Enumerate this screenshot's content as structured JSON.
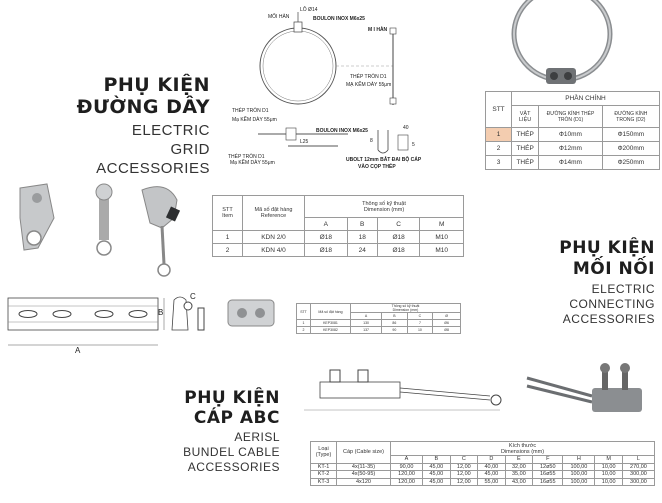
{
  "grid": {
    "heading_vn": [
      "PHỤ KIỆN",
      "ĐƯỜNG DÂY"
    ],
    "heading_en": [
      "ELECTRIC",
      "GRID ACCESSORIES"
    ],
    "diagram_labels": {
      "lo": "LỖ Ø14",
      "moi_han_top": "MỐI HÀN",
      "boulon_top": "BOULON INOX M6x25",
      "m_han": "M I HÀN",
      "thep_tron_right": "THÉP TRÒN D1",
      "ma_kem_right": "MẠ KẼM DÀY 55μm",
      "thep_tron_left": "THÉP TRÒN D1",
      "ma_kem_left": "Mạ KẼM DÀY 55μm",
      "boulon_bottom": "BOULON INOX M6x25",
      "dim_l25": "L25",
      "dim_40": "40",
      "dim_8": "8",
      "dim_5": "5",
      "thep_tron_small": "THÉP TRÒN D1",
      "ma_kem_small": "Mạ KẼM DÀY 55μm",
      "ubolt": "UBOLT 12mm BẮT ĐAI BỘ CÁP",
      "ubolt2": "VÀO CỌP THÉP"
    },
    "table": {
      "stt": "STT",
      "group": "PHẦN CHÍNH",
      "col_vatlieu": "VẬT LIỆU",
      "col_d1": "ĐƯỜNG KÍNH THÉP TRÒN (D1)",
      "col_d2": "ĐƯỜNG KÍNH TRONG (D2)",
      "rows": [
        {
          "stt": "1",
          "vatlieu": "THÉP",
          "d1": "Ф10mm",
          "d2": "Ф150mm"
        },
        {
          "stt": "2",
          "vatlieu": "THÉP",
          "d1": "Ф12mm",
          "d2": "Ф200mm"
        },
        {
          "stt": "3",
          "vatlieu": "THÉP",
          "d1": "Ф14mm",
          "d2": "Ф250mm"
        }
      ]
    }
  },
  "connecting": {
    "heading_vn": [
      "PHỤ KIỆN",
      "MỐI NỐI"
    ],
    "heading_en": [
      "ELECTRIC",
      "CONNECTING",
      "ACCESSORIES"
    ],
    "table": {
      "stt": "STT",
      "stt_en": "Item",
      "code": "Mã số đặt hàng",
      "code_en": "Reference",
      "group": "Thông số kỹ thuật",
      "group_en": "Dimension (mm)",
      "cols": [
        "A",
        "B",
        "C",
        "M"
      ],
      "rows": [
        {
          "stt": "1",
          "code": "KDN 2/0",
          "a": "Ø18",
          "b": "18",
          "c": "Ø18",
          "m": "M10"
        },
        {
          "stt": "2",
          "code": "KDN 4/0",
          "a": "Ø18",
          "b": "24",
          "c": "Ø18",
          "m": "M10"
        }
      ]
    },
    "small_table": {
      "stt": "STT",
      "code": "Mã số đặt hàng",
      "group": "Thông số kỹ thuật",
      "group_en": "Dimension (mm)",
      "cols": [
        "A",
        "B",
        "C",
        "Ø"
      ],
      "rows": [
        {
          "stt": "1",
          "code": "KEP3081",
          "a": "130",
          "b": "86",
          "c": "7",
          "d": "Ø6"
        },
        {
          "stt": "2",
          "code": "KEP3082",
          "a": "137",
          "b": "90",
          "c": "10",
          "d": "Ø8"
        }
      ]
    },
    "dim_labels": {
      "a": "A",
      "b": "B",
      "c": "C"
    }
  },
  "abc": {
    "heading_vn": [
      "PHỤ KIỆN",
      "CÁP ABC"
    ],
    "heading_en": [
      "AERISL",
      "BUNDEL CABLE",
      "ACCESSORIES"
    ],
    "table": {
      "loai": "Loại",
      "loai_en": "(Type)",
      "cap": "Cáp (Cable size)",
      "group": "Kích thước",
      "group_en": "Dimensions (mm)",
      "cols": [
        "A",
        "B",
        "C",
        "D",
        "E",
        "F",
        "H",
        "M",
        "L"
      ],
      "rows": [
        {
          "type": "KT-1",
          "cap": "4x(11-35)",
          "v": [
            "90,00",
            "45,00",
            "12,00",
            "40,00",
            "32,00",
            "12ø50",
            "100,00",
            "10,00",
            "270,00"
          ]
        },
        {
          "type": "KT-2",
          "cap": "4x(50-95)",
          "v": [
            "120,00",
            "45,00",
            "12,00",
            "45,00",
            "35,00",
            "16ø55",
            "100,00",
            "10,00",
            "300,00"
          ]
        },
        {
          "type": "KT-3",
          "cap": "4x120",
          "v": [
            "120,00",
            "45,00",
            "12,00",
            "55,00",
            "43,00",
            "16ø55",
            "100,00",
            "10,00",
            "300,00"
          ]
        }
      ]
    }
  }
}
